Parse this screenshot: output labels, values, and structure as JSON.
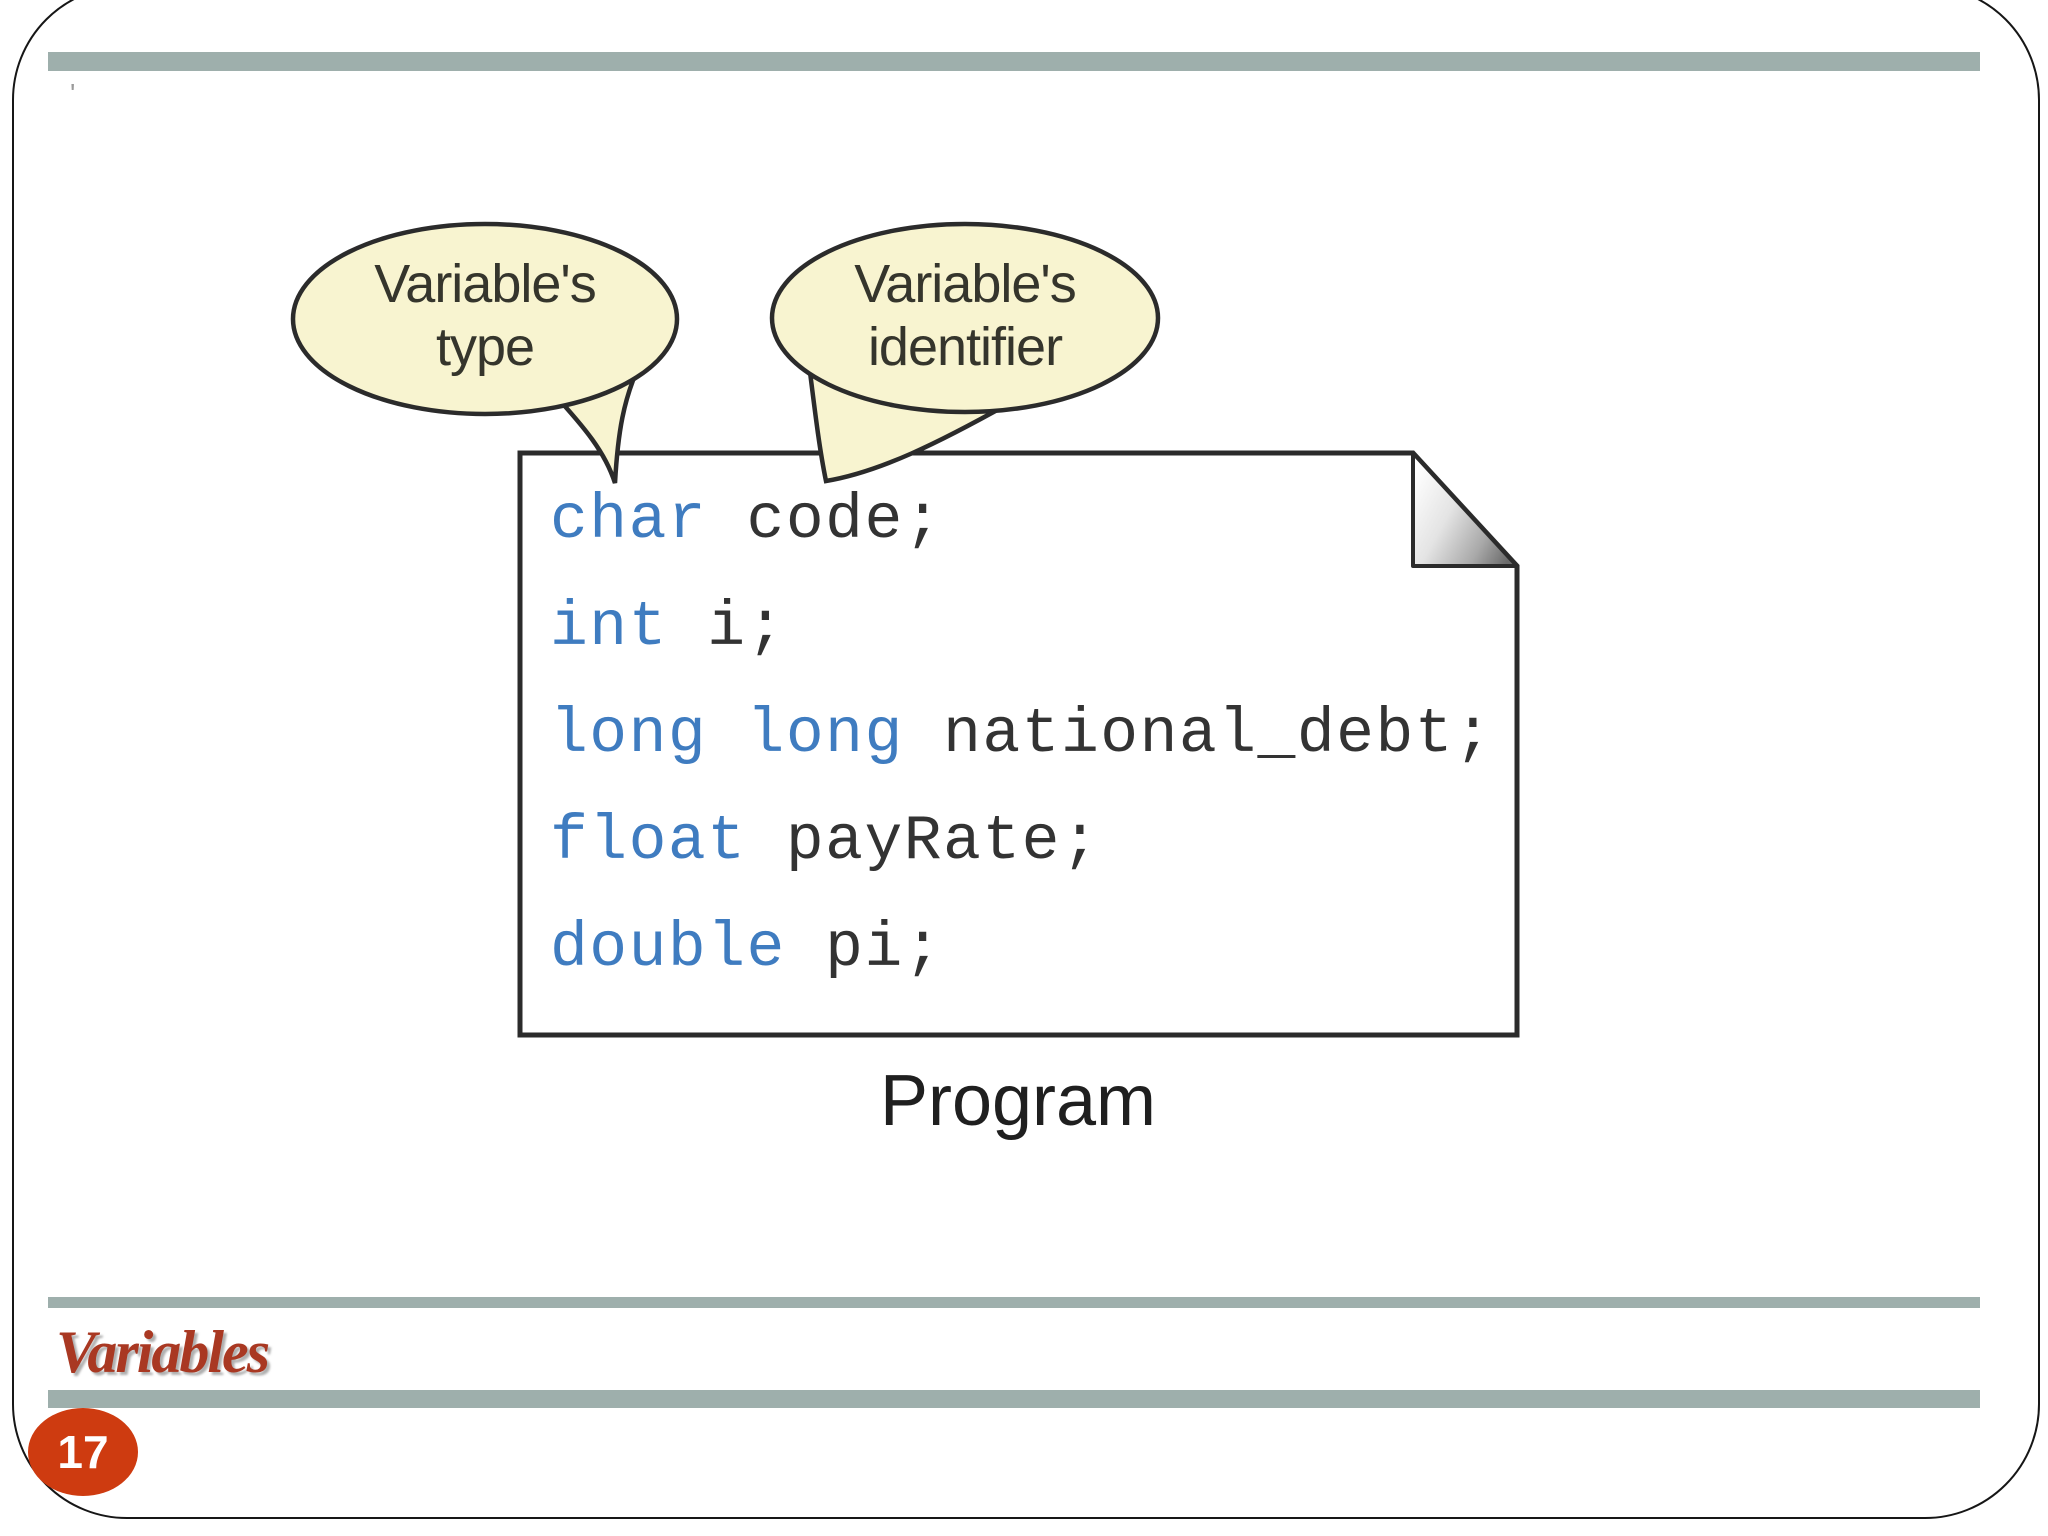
{
  "slide": {
    "footer_title": "Variables",
    "page_number": "17",
    "stray_mark": "'"
  },
  "diagram": {
    "callouts": [
      {
        "line1": "Variable's",
        "line2": "type"
      },
      {
        "line1": "Variable's",
        "line2": "identifier"
      }
    ],
    "program_label": "Program",
    "code_lines": [
      {
        "keyword": "char",
        "rest": " code;"
      },
      {
        "keyword": "int",
        "rest": " i;"
      },
      {
        "keyword": "long long",
        "rest": " national_debt;"
      },
      {
        "keyword": "float",
        "rest": " payRate;"
      },
      {
        "keyword": "double",
        "rest": " pi;"
      }
    ]
  },
  "colors": {
    "bar_green_gray": "#9EAFAC",
    "bubble_fill": "#F8F4D0",
    "bubble_outline": "#2B2B2B",
    "keyword_blue": "#3F7CC0",
    "code_text": "#333333",
    "title_red": "#A93822",
    "page_circle_orange": "#CE3B10"
  }
}
